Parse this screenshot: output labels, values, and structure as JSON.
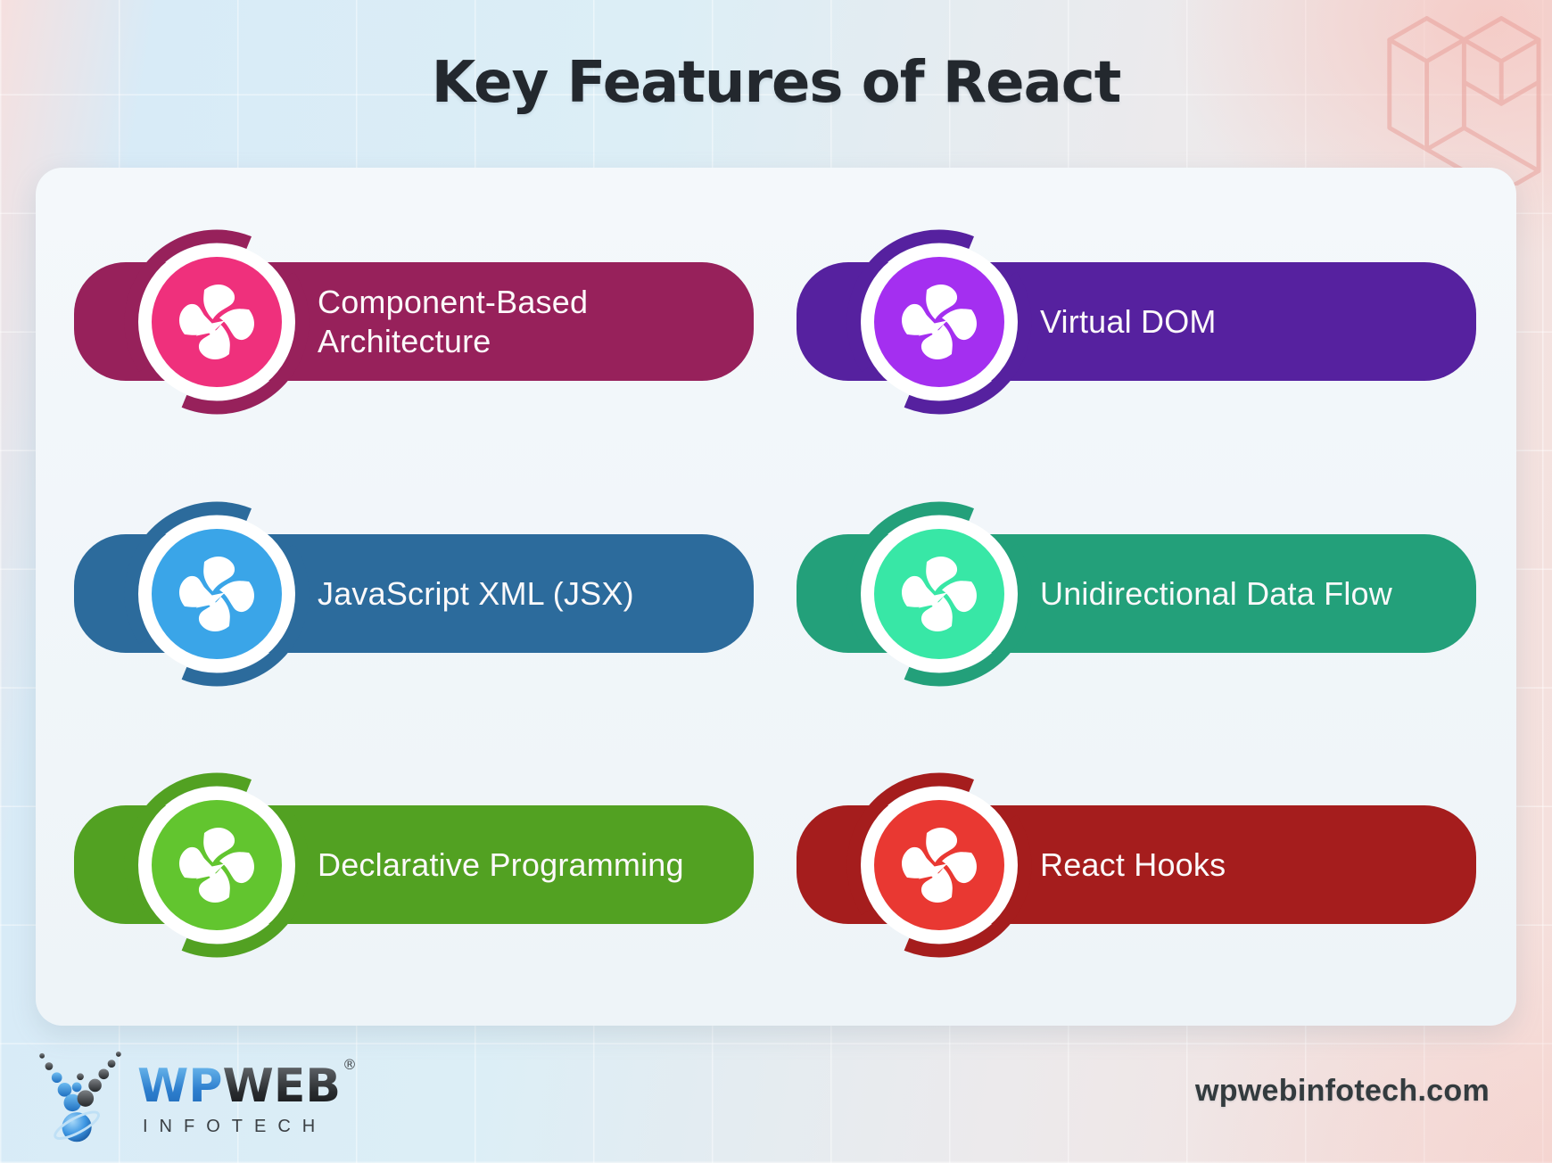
{
  "title": "Key Features of React",
  "features": [
    {
      "label": "Component-Based Architecture",
      "bar_color": "#97215B",
      "icon_color": "#EF307C",
      "icon": "pinwheel-sparkle"
    },
    {
      "label": "Virtual DOM",
      "bar_color": "#56219F",
      "icon_color": "#A42FF0",
      "icon": "pinwheel-sparkle"
    },
    {
      "label": "JavaScript XML (JSX)",
      "bar_color": "#2C6B9C",
      "icon_color": "#3AA5E8",
      "icon": "pinwheel-sparkle"
    },
    {
      "label": "Unidirectional Data Flow",
      "bar_color": "#23A07A",
      "icon_color": "#38E7A6",
      "icon": "pinwheel-sparkle"
    },
    {
      "label": "Declarative Programming",
      "bar_color": "#52A122",
      "icon_color": "#62C52F",
      "icon": "pinwheel-sparkle"
    },
    {
      "label": "React Hooks",
      "bar_color": "#A51D1D",
      "icon_color": "#E93832",
      "icon": "pinwheel-sparkle"
    }
  ],
  "watermark": {
    "icon": "laravel-logo"
  },
  "footer": {
    "brand": {
      "wp": "WP",
      "web": "WEB",
      "registered": "®",
      "subtitle": "INFOTECH",
      "icon": "wpweb-dots-globe-logo"
    },
    "website": "wpwebinfotech.com"
  }
}
